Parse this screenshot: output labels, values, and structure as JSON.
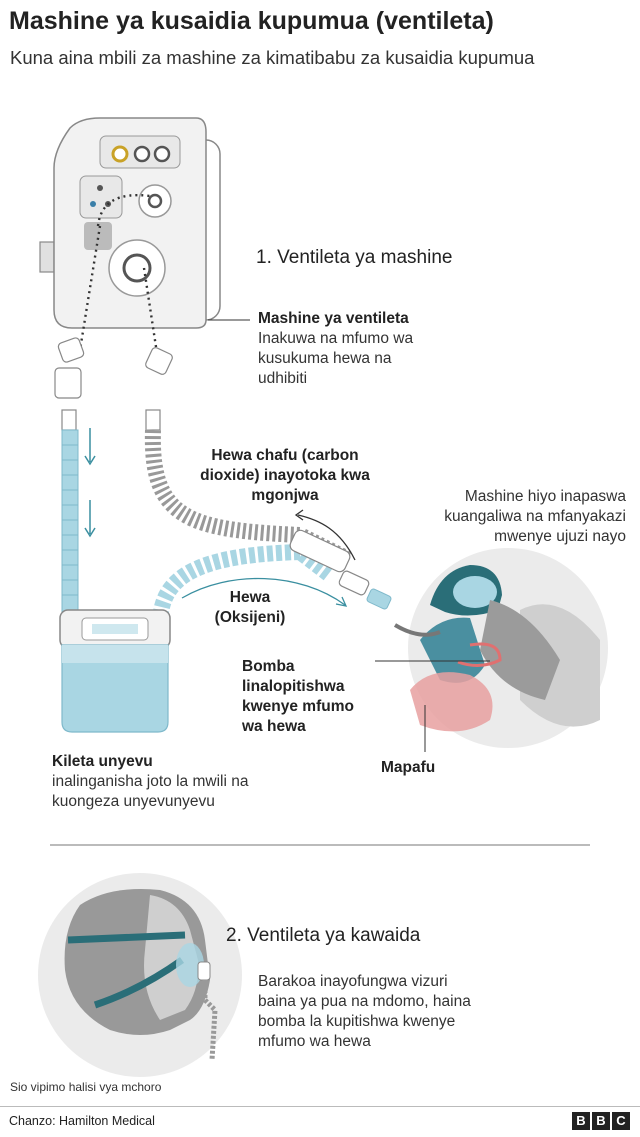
{
  "title": "Mashine ya kusaidia kupumua (ventileta)",
  "subtitle": "Kuna aina mbili za mashine za kimatibabu za kusaidia kupumua",
  "section1": {
    "heading": "1. Ventileta ya mashine",
    "machine": {
      "title": "Mashine ya ventileta",
      "lines": [
        "Inakuwa na mfumo wa",
        "kusukuma hewa na",
        "udhibiti"
      ]
    },
    "exhaled": {
      "lines": [
        "Hewa chafu (carbon",
        "dioxide) inayotoka kwa",
        "mgonjwa"
      ]
    },
    "operator": {
      "lines": [
        "Mashine hiyo inapaswa",
        "kuangaliwa na mfanyakazi",
        "mwenye ujuzi nayo"
      ]
    },
    "oxygen": {
      "lines": [
        "Hewa",
        "(Oksijeni)"
      ]
    },
    "tube": {
      "lines": [
        "Bomba",
        "linalopitishwa",
        "kwenye mfumo",
        "wa hewa"
      ]
    },
    "humidifier": {
      "title": "Kileta unyevu",
      "lines": [
        "inalinganisha joto la mwili na",
        "kuongeza unyevunyevu"
      ]
    },
    "lungs": "Mapafu"
  },
  "section2": {
    "heading": "2. Ventileta ya kawaida",
    "lines": [
      "Barakoa inayofungwa vizuri",
      "baina ya pua na mdomo, haina",
      "bomba la kupitishwa kwenye",
      "mfumo wa hewa"
    ]
  },
  "note": "Sio vipimo halisi vya mchoro",
  "source": "Chanzo: Hamilton Medical",
  "brand": [
    "B",
    "B",
    "C"
  ],
  "colors": {
    "tube_blue": "#a9d6e3",
    "machine_grey": "#f2f2f2",
    "mask_teal": "#2a6e78",
    "lung_pink": "#e8a0a0"
  },
  "icons": [
    "ventilator-machine-icon",
    "humidifier-icon",
    "patient-icon",
    "mask-face-icon"
  ]
}
